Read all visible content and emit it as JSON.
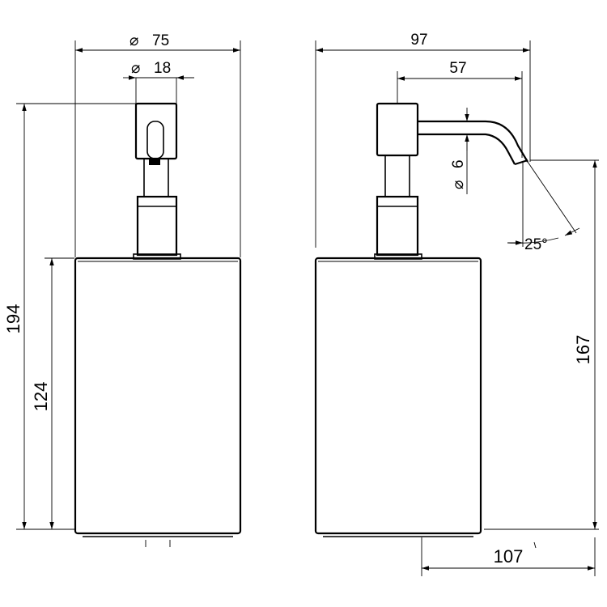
{
  "front_view": {
    "dim_body_diameter": "75",
    "dim_pump_diameter": "18",
    "dim_total_height": "194",
    "dim_body_height": "124"
  },
  "side_view": {
    "dim_total_depth": "97",
    "dim_spout_reach": "57",
    "dim_nozzle_diameter": "6",
    "dim_spout_angle": "25°",
    "dim_spout_height": "167",
    "dim_base_offset": "107"
  },
  "symbols": {
    "diameter": "⌀"
  }
}
